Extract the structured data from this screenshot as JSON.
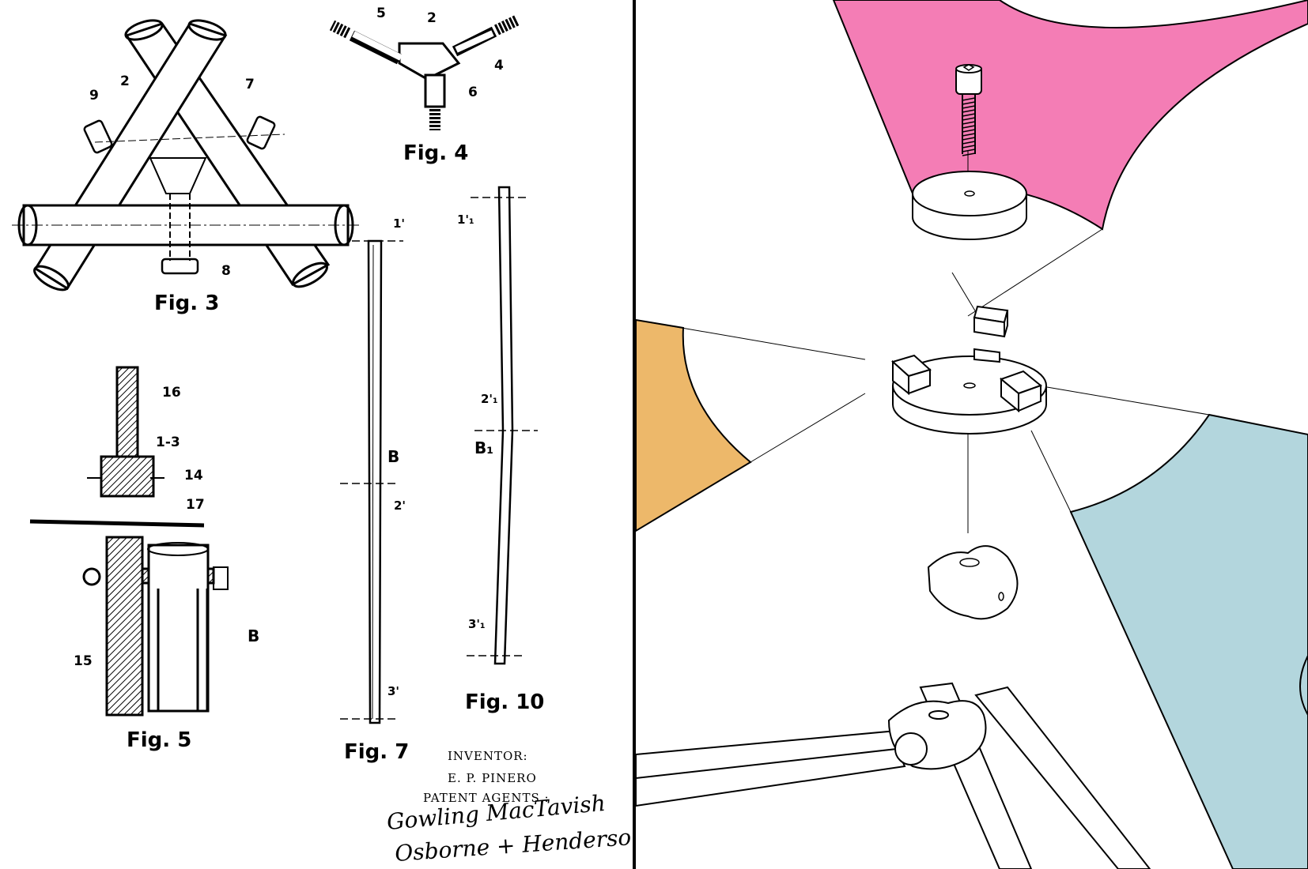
{
  "left_panel": {
    "figures": {
      "fig3": {
        "caption": "Fig. 3",
        "labels": [
          "2",
          "9",
          "7",
          "8"
        ]
      },
      "fig4": {
        "caption": "Fig. 4",
        "labels": [
          "5",
          "2",
          "4",
          "6"
        ]
      },
      "fig5": {
        "caption": "Fig. 5",
        "labels": [
          "16",
          "1-3",
          "14",
          "17",
          "15",
          "B"
        ]
      },
      "fig7": {
        "caption": "Fig. 7",
        "labels": [
          "1'",
          "B",
          "2'",
          "3'"
        ]
      },
      "fig10": {
        "caption": "Fig. 10",
        "labels": [
          "1'₁",
          "2'₁",
          "B₁",
          "3'₁"
        ]
      }
    },
    "inventor_label": "INVENTOR:",
    "inventor_name": "E. P. PINERO",
    "agents_label": "PATENT AGENTS :",
    "signature_line1": "Gowling MacTavish",
    "signature_line2": "Osborne + Henderson"
  },
  "right_panel": {
    "colors": {
      "pink": "#F47DB5",
      "orange": "#EDB86A",
      "blue": "#B3D6DD"
    }
  }
}
